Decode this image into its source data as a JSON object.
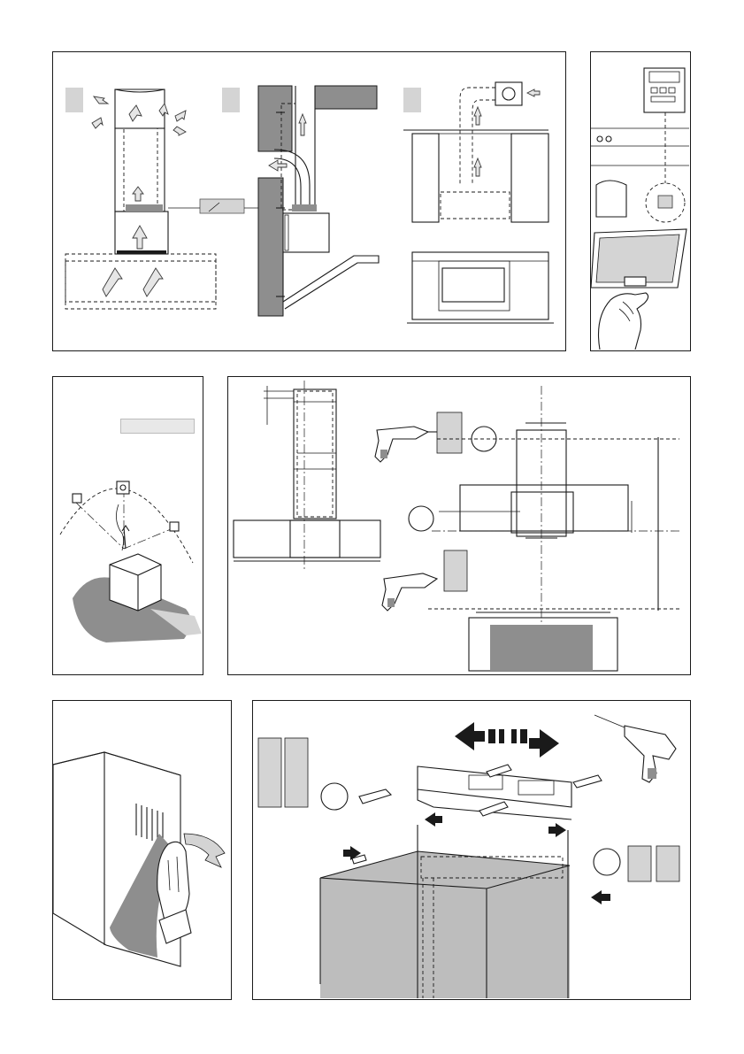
{
  "document": {
    "description_panels": [
      "ventilation-modes",
      "filter-replacement",
      "electrical-connection",
      "wall-mounting-dimensions",
      "cover-removal",
      "bracket-installation"
    ]
  },
  "colors": {
    "line": "#1a1a1a",
    "shade": "#8e8e8e",
    "light_shade": "#d4d4d4",
    "label_tag": "#e8e8e8"
  },
  "icons": [
    "air-arrow-icon",
    "drill-icon",
    "wall-plug-icon",
    "screw-icon",
    "power-socket-icon",
    "hand-icon",
    "direction-arrow-icon"
  ]
}
